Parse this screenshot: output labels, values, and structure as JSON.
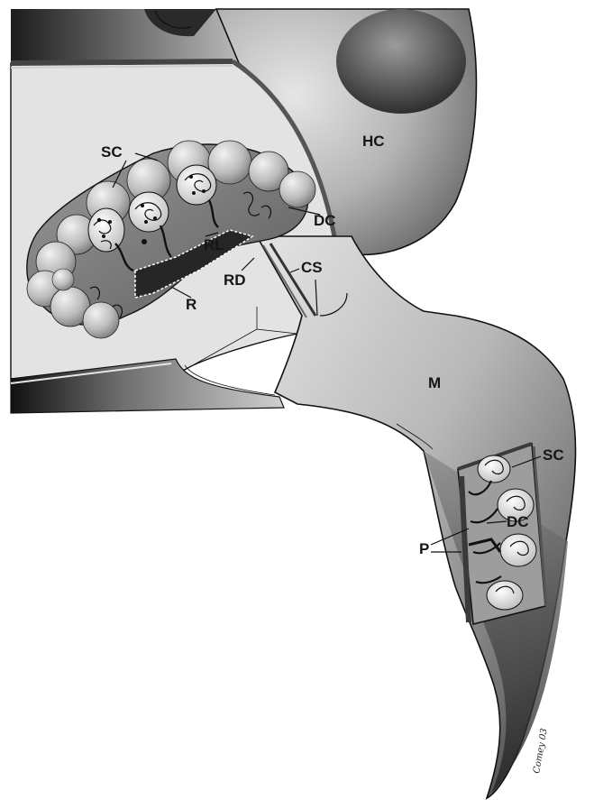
{
  "labels": {
    "hc": "HC",
    "sc_top": "SC",
    "dc_top": "DC",
    "rl": "RL",
    "rd": "RD",
    "cs": "CS",
    "r": "R",
    "m": "M",
    "sc_bottom": "SC",
    "dc_bottom": "DC",
    "p": "P"
  },
  "signature": "Comey 03"
}
